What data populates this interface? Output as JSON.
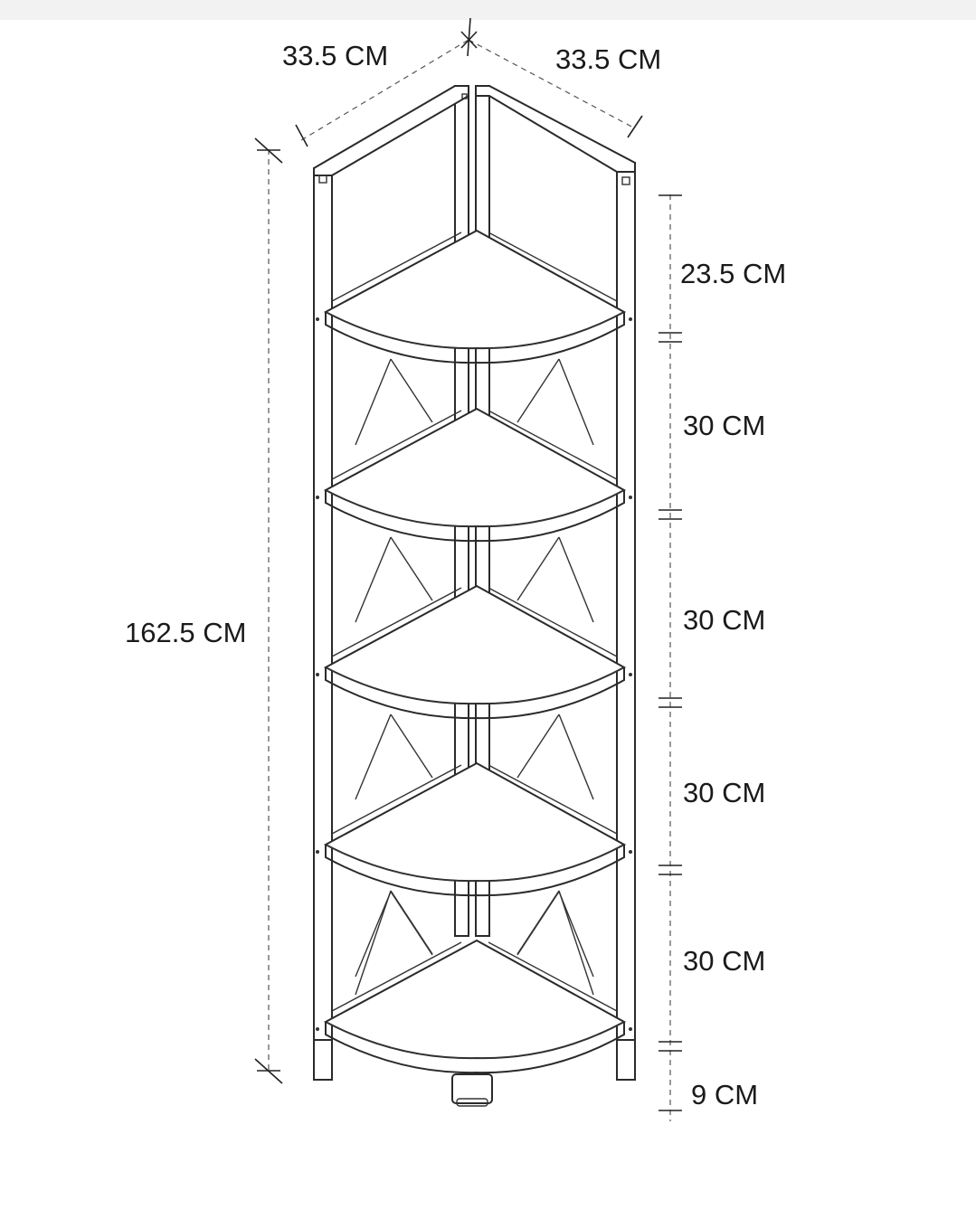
{
  "dimensions": {
    "width_left": "33.5 CM",
    "width_right": "33.5 CM",
    "total_height": "162.5 CM",
    "gaps": [
      "23.5 CM",
      "30 CM",
      "30 CM",
      "30 CM",
      "30 CM",
      "9 CM"
    ]
  },
  "colors": {
    "line": "#2a2a2a",
    "background": "#ffffff"
  },
  "shelf_count": 5
}
